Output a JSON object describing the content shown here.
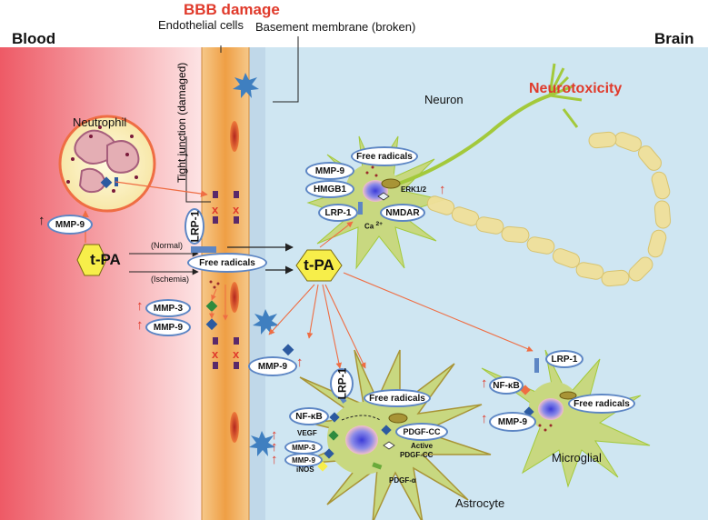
{
  "headings": {
    "blood": "Blood",
    "brain": "Brain",
    "bbb_damage": "BBB damage",
    "endothelial_cells": "Endothelial cells",
    "basement_membrane": "Basement membrane  (broken)",
    "tight_junction": "Tight junction (damaged)",
    "neurotoxicity": "Neurotoxicity",
    "neuron": "Neuron",
    "neutrophil": "Neutrophil",
    "microglial": "Microglial",
    "astrocyte": "Astrocyte"
  },
  "blood_side": {
    "tpa": "t-PA",
    "mmp9_neutrophil": "MMP-9",
    "lrp1": "LRP-1",
    "free_radicals": "Free radicals",
    "normal": "(Normal)",
    "ischemia": "(Ischemia)",
    "mmp3": "MMP-3",
    "mmp9": "MMP-9"
  },
  "brain_side": {
    "tpa": "t-PA",
    "mmp9": "MMP-9"
  },
  "neuron_labels": {
    "free_radicals": "Free radicals",
    "mmp9": "MMP-9",
    "hmgb1": "HMGB1",
    "erk": "ERK1/2",
    "lrp1": "LRP-1",
    "nmdar": "NMDAR",
    "ca": "Ca",
    "ca_sup": "2+"
  },
  "astrocyte_labels": {
    "lrp1": "LRP-1",
    "free_radicals": "Free radicals",
    "nfkb": "NF-κB",
    "vegf": "VEGF",
    "mmp3": "MMP-3",
    "mmp9": "MMP-9",
    "inos": "iNOS",
    "pdgfcc": "PDGF-CC",
    "active": "Active",
    "active_pdgfcc": "PDGF-CC",
    "pdgfa": "PDGF-α"
  },
  "microglia_labels": {
    "lrp1": "LRP-1",
    "nfkb": "NF-κB",
    "free_radicals": "Free radicals",
    "mmp9": "MMP-9"
  },
  "colors": {
    "blood_red": "#ee5a66",
    "endothelium": "#f3b060",
    "brain_blue": "#cfe6f2",
    "cell_green": "#c8d880",
    "hex_yellow": "#f7ee4a",
    "oval_border": "#5d86c4",
    "accent_red": "#e03a2b",
    "arrow_orange": "#ef6d43"
  }
}
